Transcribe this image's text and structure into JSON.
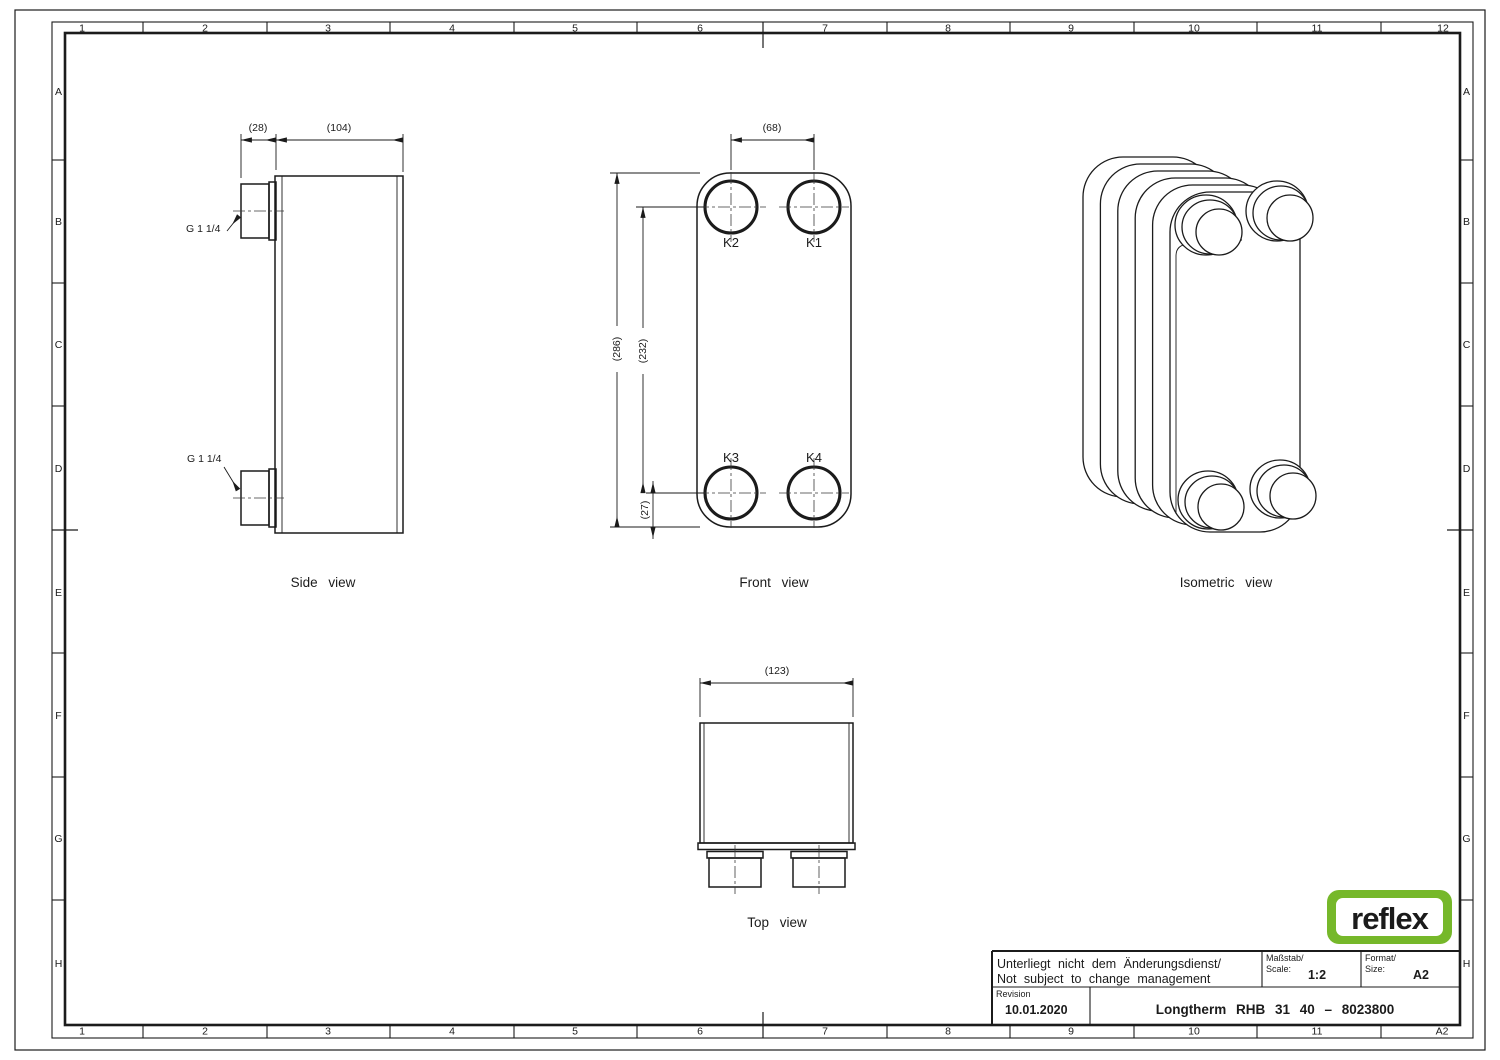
{
  "colors": {
    "background": "#ffffff",
    "line": "#1b1b1b",
    "logo_green": "#76b82a"
  },
  "border": {
    "top_cells": [
      "1",
      "2",
      "3",
      "4",
      "5",
      "6",
      "7",
      "8",
      "9",
      "10",
      "11",
      "12"
    ],
    "bottom_cells": [
      "1",
      "2",
      "3",
      "4",
      "5",
      "6",
      "7",
      "8",
      "9",
      "10",
      "11",
      "A2"
    ],
    "left_cells": [
      "A",
      "B",
      "C",
      "D",
      "E",
      "F",
      "G",
      "H"
    ],
    "right_cells": [
      "A",
      "B",
      "C",
      "D",
      "E",
      "F",
      "G",
      "H"
    ]
  },
  "views": {
    "side": {
      "caption": "Side view",
      "dim_nozzle": "(28)",
      "dim_body": "(104)",
      "port_thread_top": "G 1 1/4",
      "port_thread_bottom": "G 1 1/4"
    },
    "front": {
      "caption": "Front view",
      "dim_port_spacing": "(68)",
      "dim_height": "(286)",
      "dim_port_vertical": "(232)",
      "dim_port_bottom": "(27)",
      "port_k1": "K1",
      "port_k2": "K2",
      "port_k3": "K3",
      "port_k4": "K4"
    },
    "top": {
      "caption": "Top view",
      "dim_width": "(123)"
    },
    "iso": {
      "caption": "Isometric view"
    }
  },
  "title_block": {
    "note_line1": "Unterliegt nicht dem Änderungsdienst/",
    "note_line2": "Not subject to change management",
    "scale_label_1": "Maßstab/",
    "scale_label_2": "Scale:",
    "scale_value": "1:2",
    "format_label_1": "Format/",
    "format_label_2": "Size:",
    "format_value": "A2",
    "revision_label": "Revision",
    "revision_value": "10.01.2020",
    "title": "Longtherm RHB 31 40 – 8023800"
  },
  "logo": {
    "text": "reflex"
  }
}
